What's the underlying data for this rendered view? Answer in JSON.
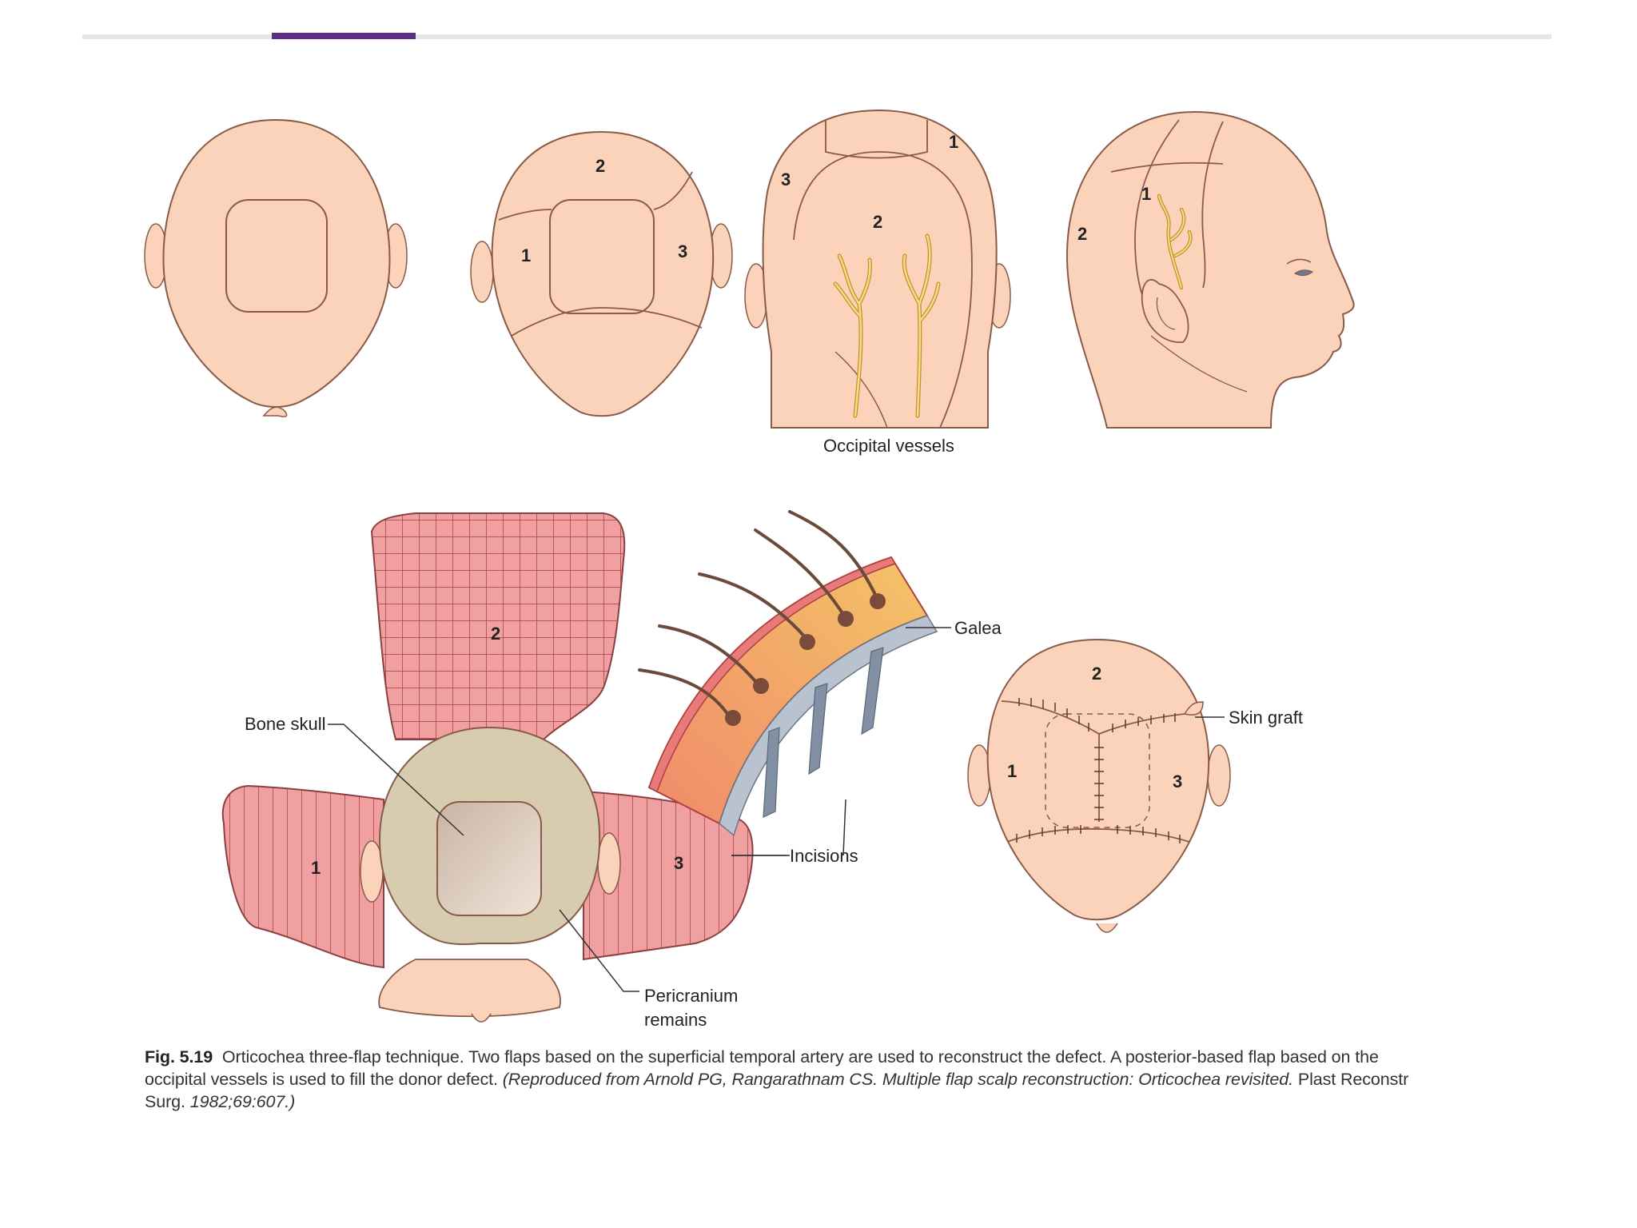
{
  "labels": {
    "occipital_vessels": "Occipital vessels",
    "galea": "Galea",
    "bone_skull": "Bone skull",
    "incisions": "Incisions",
    "pericranium_line1": "Pericranium",
    "pericranium_line2": "remains",
    "skin_graft": "Skin graft"
  },
  "flap_numbers": {
    "one": "1",
    "two": "2",
    "three": "3"
  },
  "caption": {
    "fig_label": "Fig. 5.19",
    "text": "Orticochea three-flap technique. Two flaps based on the superficial temporal artery are used to reconstruct the defect. A posterior-based flap based on the occipital vessels is used to fill the donor defect.",
    "reference_italic": "(Reproduced from Arnold PG, Rangarathnam CS. Multiple flap scalp reconstruction: Orticochea revisited.",
    "journal": "Plast Reconstr Surg.",
    "citation_italic": "1982;69:607.)"
  },
  "colors": {
    "skin": "#fbd3bb",
    "outline": "#8a5a48",
    "flap_fill": "#f0a0a0",
    "flap_grid": "#a33a3a",
    "vessel": "#e8b84a",
    "bone": "#d7ccb0",
    "accent_bar": "#5b2d82"
  }
}
